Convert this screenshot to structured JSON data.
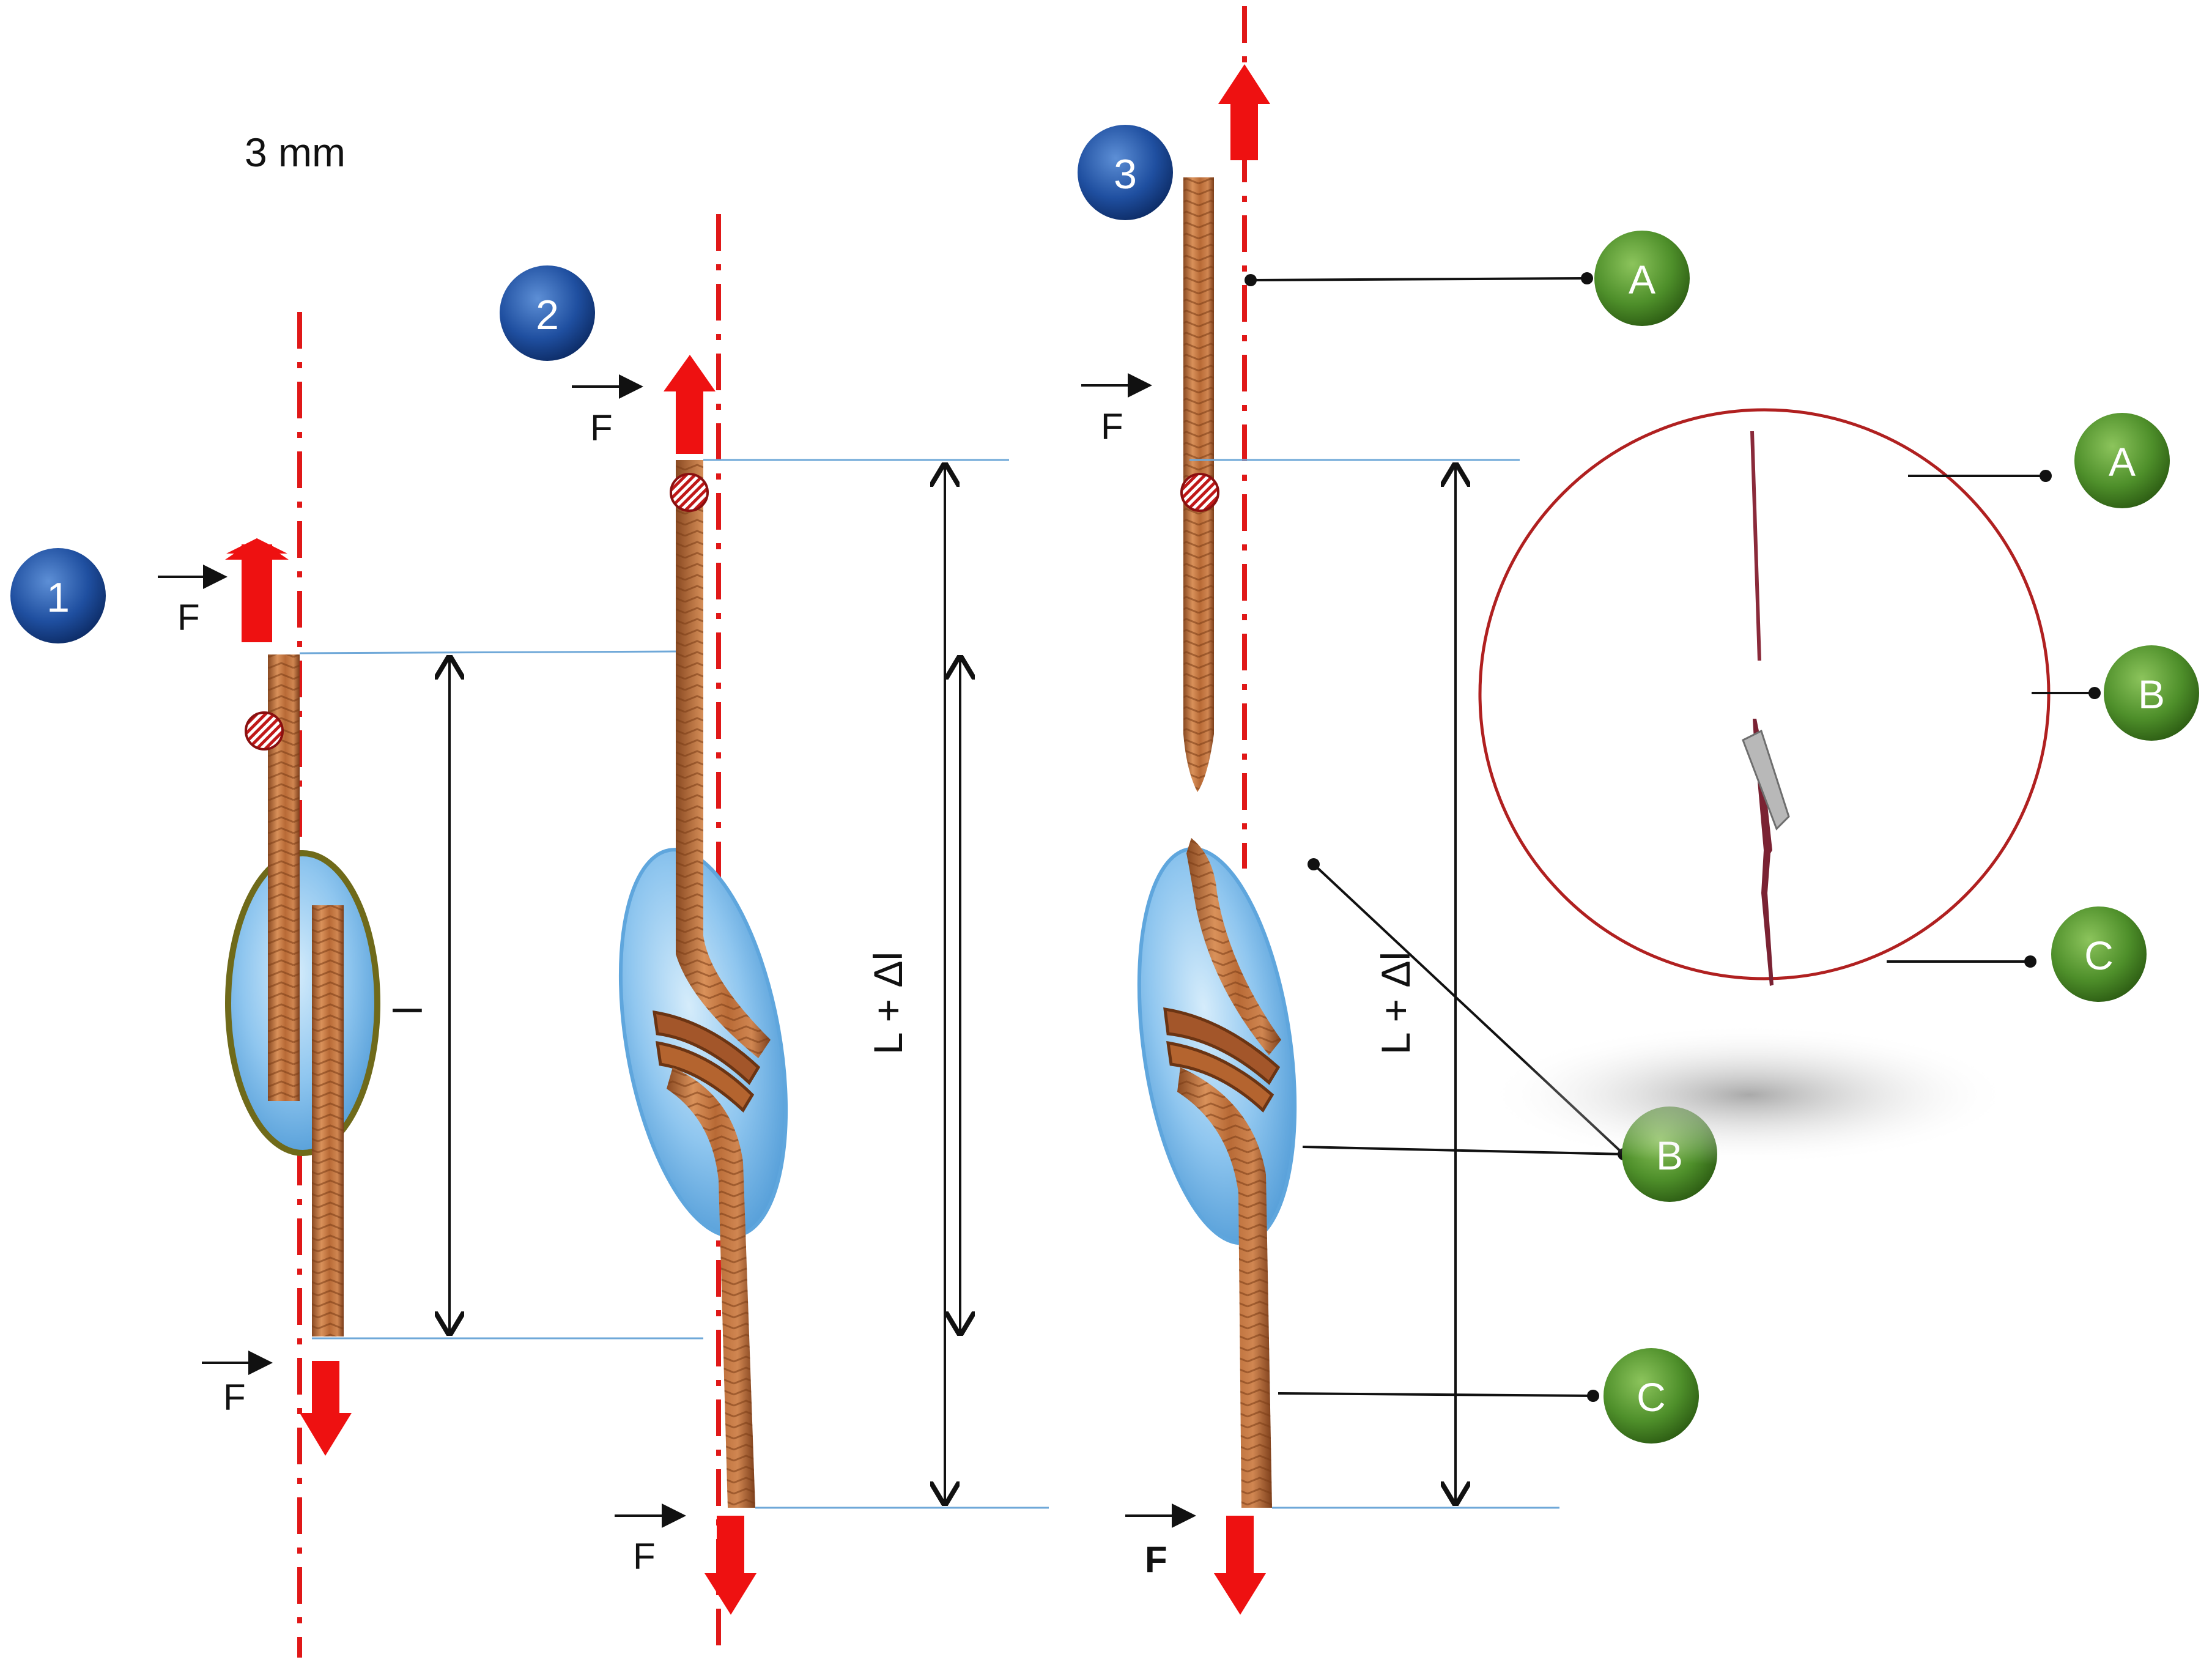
{
  "scale_label": "3 mm",
  "stages": [
    "1",
    "2",
    "3"
  ],
  "force_label": "F",
  "length_label_initial": "l",
  "length_label_stretched": "L + Δl",
  "callouts": [
    "A",
    "B",
    "C"
  ],
  "colors": {
    "axis": "#e01818",
    "arrow": "#ee1111",
    "fiber": "#c4773e",
    "fiber_dark": "#8a4a22",
    "patch": "#8fc6ef",
    "stage_badge": "#1f4fa0",
    "callout_badge": "#4e8f2a",
    "dimension_line": "#6fa8d8",
    "magnifier": "#b02020"
  }
}
